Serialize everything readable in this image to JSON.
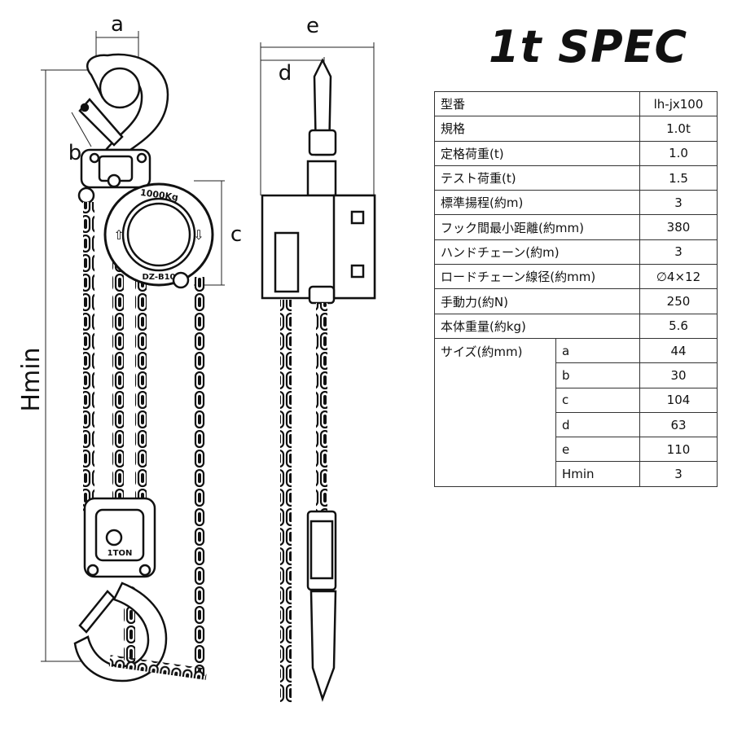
{
  "title": "1t SPEC",
  "diagram": {
    "dim_a": "a",
    "dim_b": "b",
    "dim_c": "c",
    "dim_d": "d",
    "dim_e": "e",
    "dim_hmin": "Hmin",
    "body_text_top": "1000Kg",
    "body_text_bottom": "DZ-B10",
    "lower_block_text": "1TON",
    "arrow_up": "⇧",
    "arrow_down": "⇩"
  },
  "spec_rows": [
    {
      "label": "型番",
      "value": "lh-jx100"
    },
    {
      "label": "規格",
      "value": "1.0t"
    },
    {
      "label": "定格荷重(t)",
      "value": "1.0"
    },
    {
      "label": "テスト荷重(t)",
      "value": "1.5"
    },
    {
      "label": "標準揚程(約m)",
      "value": "3"
    },
    {
      "label": "フック間最小距離(約mm)",
      "value": "380"
    },
    {
      "label": "ハンドチェーン(約m)",
      "value": "3"
    },
    {
      "label": "ロードチェーン線径(約mm)",
      "value": "∅4×12"
    },
    {
      "label": "手動力(約N)",
      "value": "250"
    },
    {
      "label": "本体重量(約kg)",
      "value": "5.6"
    }
  ],
  "size_group": {
    "label": "サイズ(約mm)",
    "rows": [
      {
        "label": "a",
        "value": "44"
      },
      {
        "label": "b",
        "value": "30"
      },
      {
        "label": "c",
        "value": "104"
      },
      {
        "label": "d",
        "value": "63"
      },
      {
        "label": "e",
        "value": "110"
      },
      {
        "label": "Hmin",
        "value": "3"
      }
    ]
  }
}
